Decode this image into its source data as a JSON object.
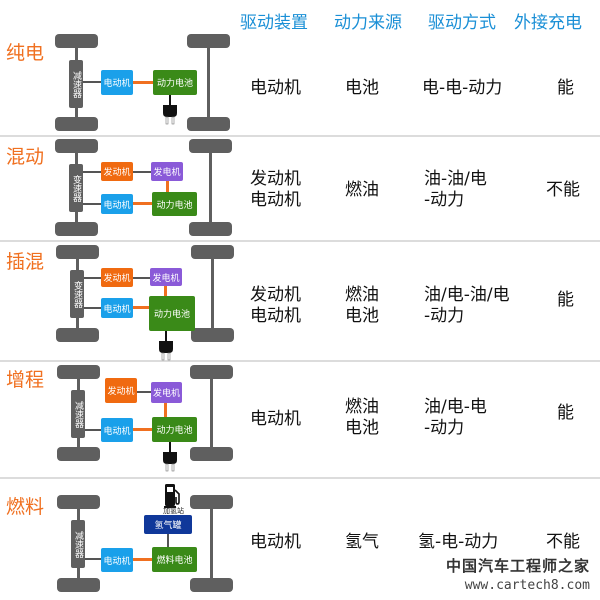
{
  "headers": [
    "驱动装置",
    "动力来源",
    "驱动方式",
    "外接充电"
  ],
  "rows": [
    {
      "title": "纯电",
      "gearbox": "减速器",
      "blocks": {
        "motor": "电动机",
        "battery": "动力电池"
      },
      "drive_device": [
        "电动机"
      ],
      "power_source": [
        "电池"
      ],
      "drive_mode": [
        "电-电-动力"
      ],
      "external_charge": "能"
    },
    {
      "title": "混动",
      "gearbox": "变速器",
      "blocks": {
        "engine": "发动机",
        "generator": "发电机",
        "motor": "电动机",
        "battery": "动力电池"
      },
      "drive_device": [
        "发动机",
        "电动机"
      ],
      "power_source": [
        "燃油"
      ],
      "drive_mode": [
        "油-油/电",
        "-动力"
      ],
      "external_charge": "不能"
    },
    {
      "title": "插混",
      "gearbox": "变速器",
      "blocks": {
        "engine": "发动机",
        "generator": "发电机",
        "motor": "电动机",
        "battery": "动力电池"
      },
      "drive_device": [
        "发动机",
        "电动机"
      ],
      "power_source": [
        "燃油",
        "电池"
      ],
      "drive_mode": [
        "油/电-油/电",
        "-动力"
      ],
      "external_charge": "能"
    },
    {
      "title": "增程",
      "gearbox": "减速器",
      "blocks": {
        "engine": "发动机",
        "generator": "发电机",
        "motor": "电动机",
        "battery": "动力电池"
      },
      "drive_device": [
        "电动机"
      ],
      "power_source": [
        "燃油",
        "电池"
      ],
      "drive_mode": [
        "油/电-电",
        "-动力"
      ],
      "external_charge": "能"
    },
    {
      "title": "燃料",
      "gearbox": "减速器",
      "blocks": {
        "station": "加氢站",
        "tank": "氢气罐",
        "motor": "电动机",
        "battery": "燃料电池"
      },
      "drive_device": [
        "电动机"
      ],
      "power_source": [
        "氢气"
      ],
      "drive_mode": [
        "氢-电-动力"
      ],
      "external_charge": "不能"
    }
  ],
  "watermark": {
    "name": "中国汽车工程师之家",
    "url": "www.cartech8.com"
  },
  "colors": {
    "header": "#1a8fd6",
    "title": "#f07020",
    "motor": "#1aa0ea",
    "battery": "#3a8a18",
    "engine": "#f06a10",
    "generator": "#8a5ad8",
    "tank": "#10389a",
    "wheel": "#5f5f5f"
  }
}
